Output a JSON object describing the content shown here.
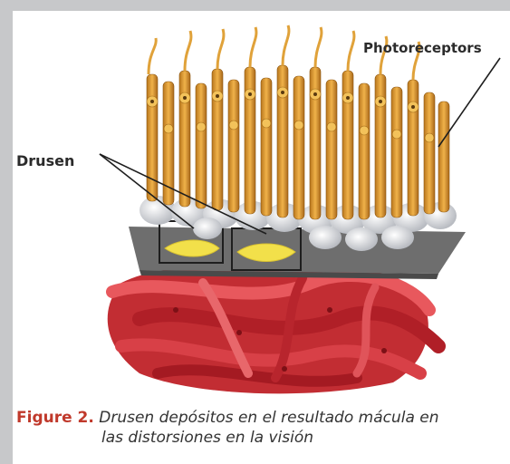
{
  "labels": {
    "photoreceptors": "Photoreceptors",
    "drusen": "Drusen"
  },
  "caption": {
    "prefix": "Figure 2.",
    "line1": " Drusen depósitos en el resultado mácula en",
    "line2": "las distorsiones en la visión"
  },
  "colors": {
    "background_border": "#c7c8ca",
    "caption_prefix": "#c0392b",
    "photoreceptor": "#d9962e",
    "drusen": "#f2e04a",
    "blood_vessel": "#c9272f",
    "membrane": "#6e6e6e"
  }
}
